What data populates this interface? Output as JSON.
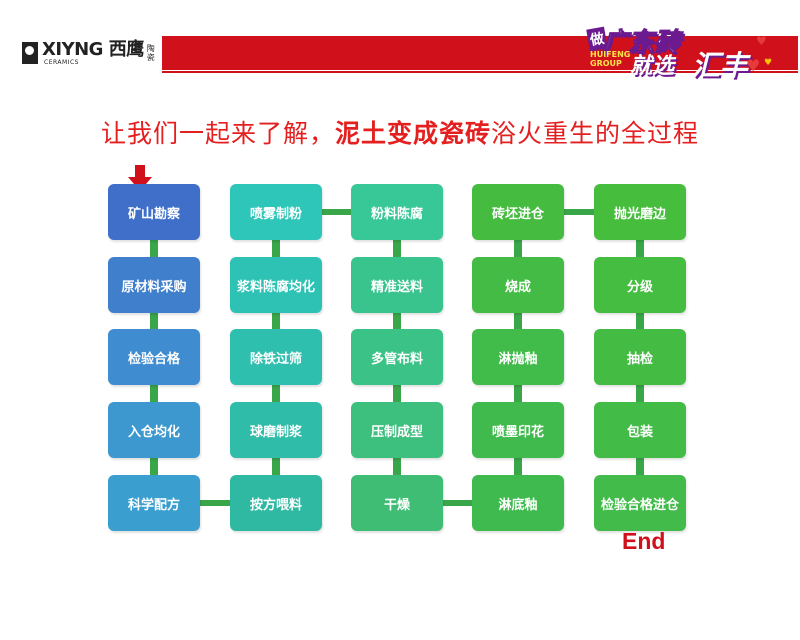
{
  "header": {
    "logo_main": "XIYNG 西鹰",
    "logo_sub": "CERAMICS",
    "logo_cn_small": "陶瓷",
    "slogan_prefix": "做",
    "slogan_line1": "广东砖",
    "slogan_line2": "就选",
    "slogan_line3": "汇丰",
    "slogan_group": "HUIFENG\nGROUP"
  },
  "title": {
    "part1": "让我们一起来了解，",
    "part2_bold": "泥土变成瓷砖",
    "part3": "浴火重生的全过程"
  },
  "colors": {
    "col1": "#3f6fc8",
    "col1_light": "#3c8fd0",
    "col2": "#2fbfb0",
    "col3": "#3cc07c",
    "col4": "#3fba4e",
    "col5": "#3fbb4a",
    "connector": "#3aa64a",
    "title_red": "#e41f1f",
    "bar_red": "#d0101a"
  },
  "columns": [
    [
      "矿山勘察",
      "原材料采购",
      "检验合格",
      "入仓均化",
      "科学配方"
    ],
    [
      "喷雾制粉",
      "浆料陈腐均化",
      "除铁过筛",
      "球磨制浆",
      "按方喂料"
    ],
    [
      "粉料陈腐",
      "精准送料",
      "多管布料",
      "压制成型",
      "干燥"
    ],
    [
      "砖坯进仓",
      "烧成",
      "淋抛釉",
      "喷墨印花",
      "淋底釉"
    ],
    [
      "抛光磨边",
      "分级",
      "抽检",
      "包装",
      "检验合格进仓"
    ]
  ],
  "end_label": "End"
}
